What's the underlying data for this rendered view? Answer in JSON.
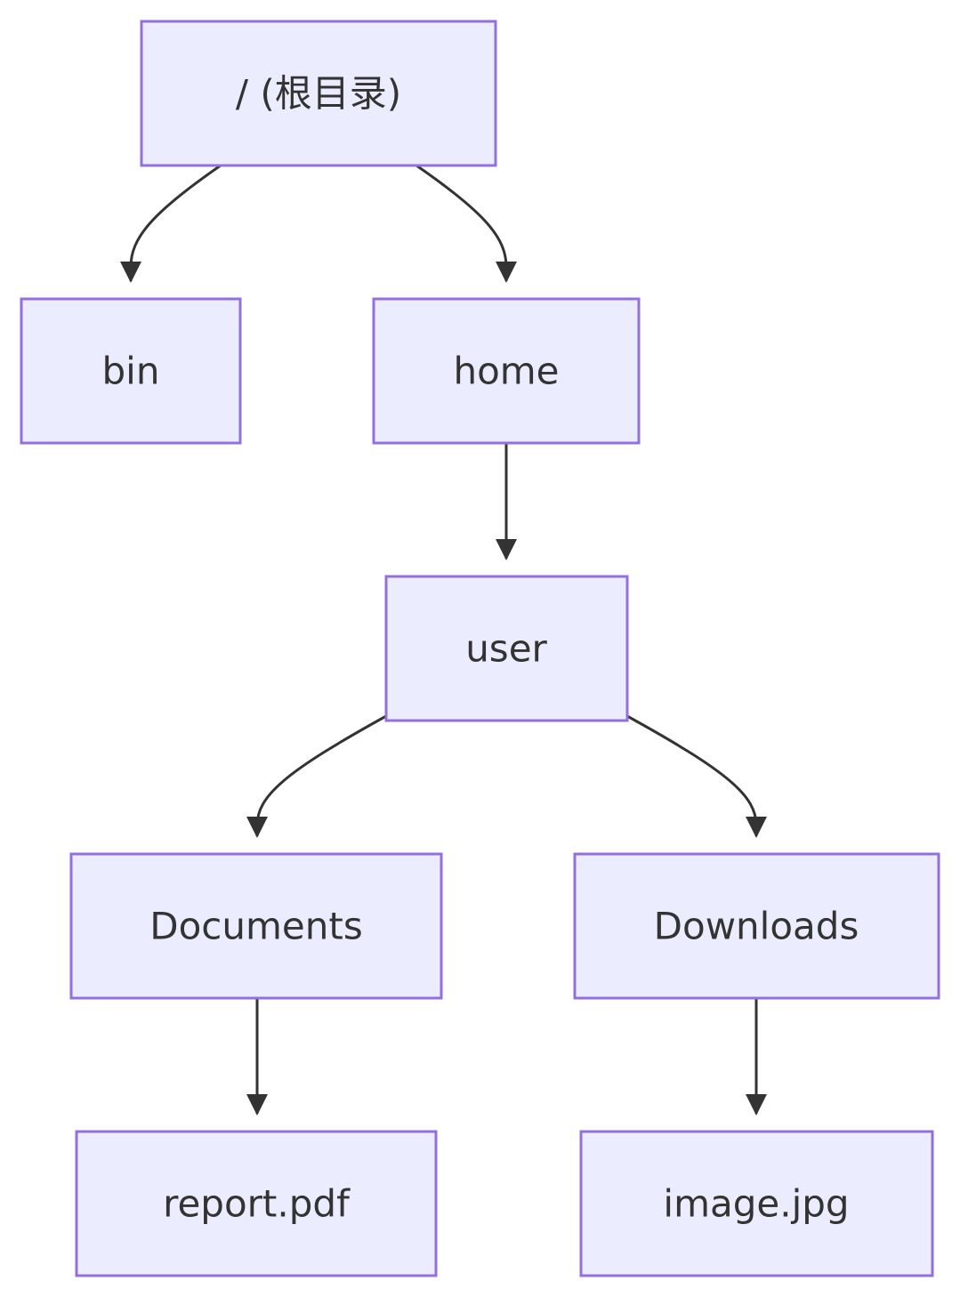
{
  "diagram": {
    "nodes": {
      "root": "/ (根目录)",
      "bin": "bin",
      "home": "home",
      "user": "user",
      "documents": "Documents",
      "downloads": "Downloads",
      "report": "report.pdf",
      "image": "image.jpg"
    },
    "edges": [
      {
        "from": "root",
        "to": "bin"
      },
      {
        "from": "root",
        "to": "home"
      },
      {
        "from": "home",
        "to": "user"
      },
      {
        "from": "user",
        "to": "documents"
      },
      {
        "from": "user",
        "to": "downloads"
      },
      {
        "from": "documents",
        "to": "report"
      },
      {
        "from": "downloads",
        "to": "image"
      }
    ],
    "colors": {
      "node_fill": "#ececff",
      "node_stroke": "#9370db",
      "text": "#333333",
      "edge": "#333333"
    }
  }
}
